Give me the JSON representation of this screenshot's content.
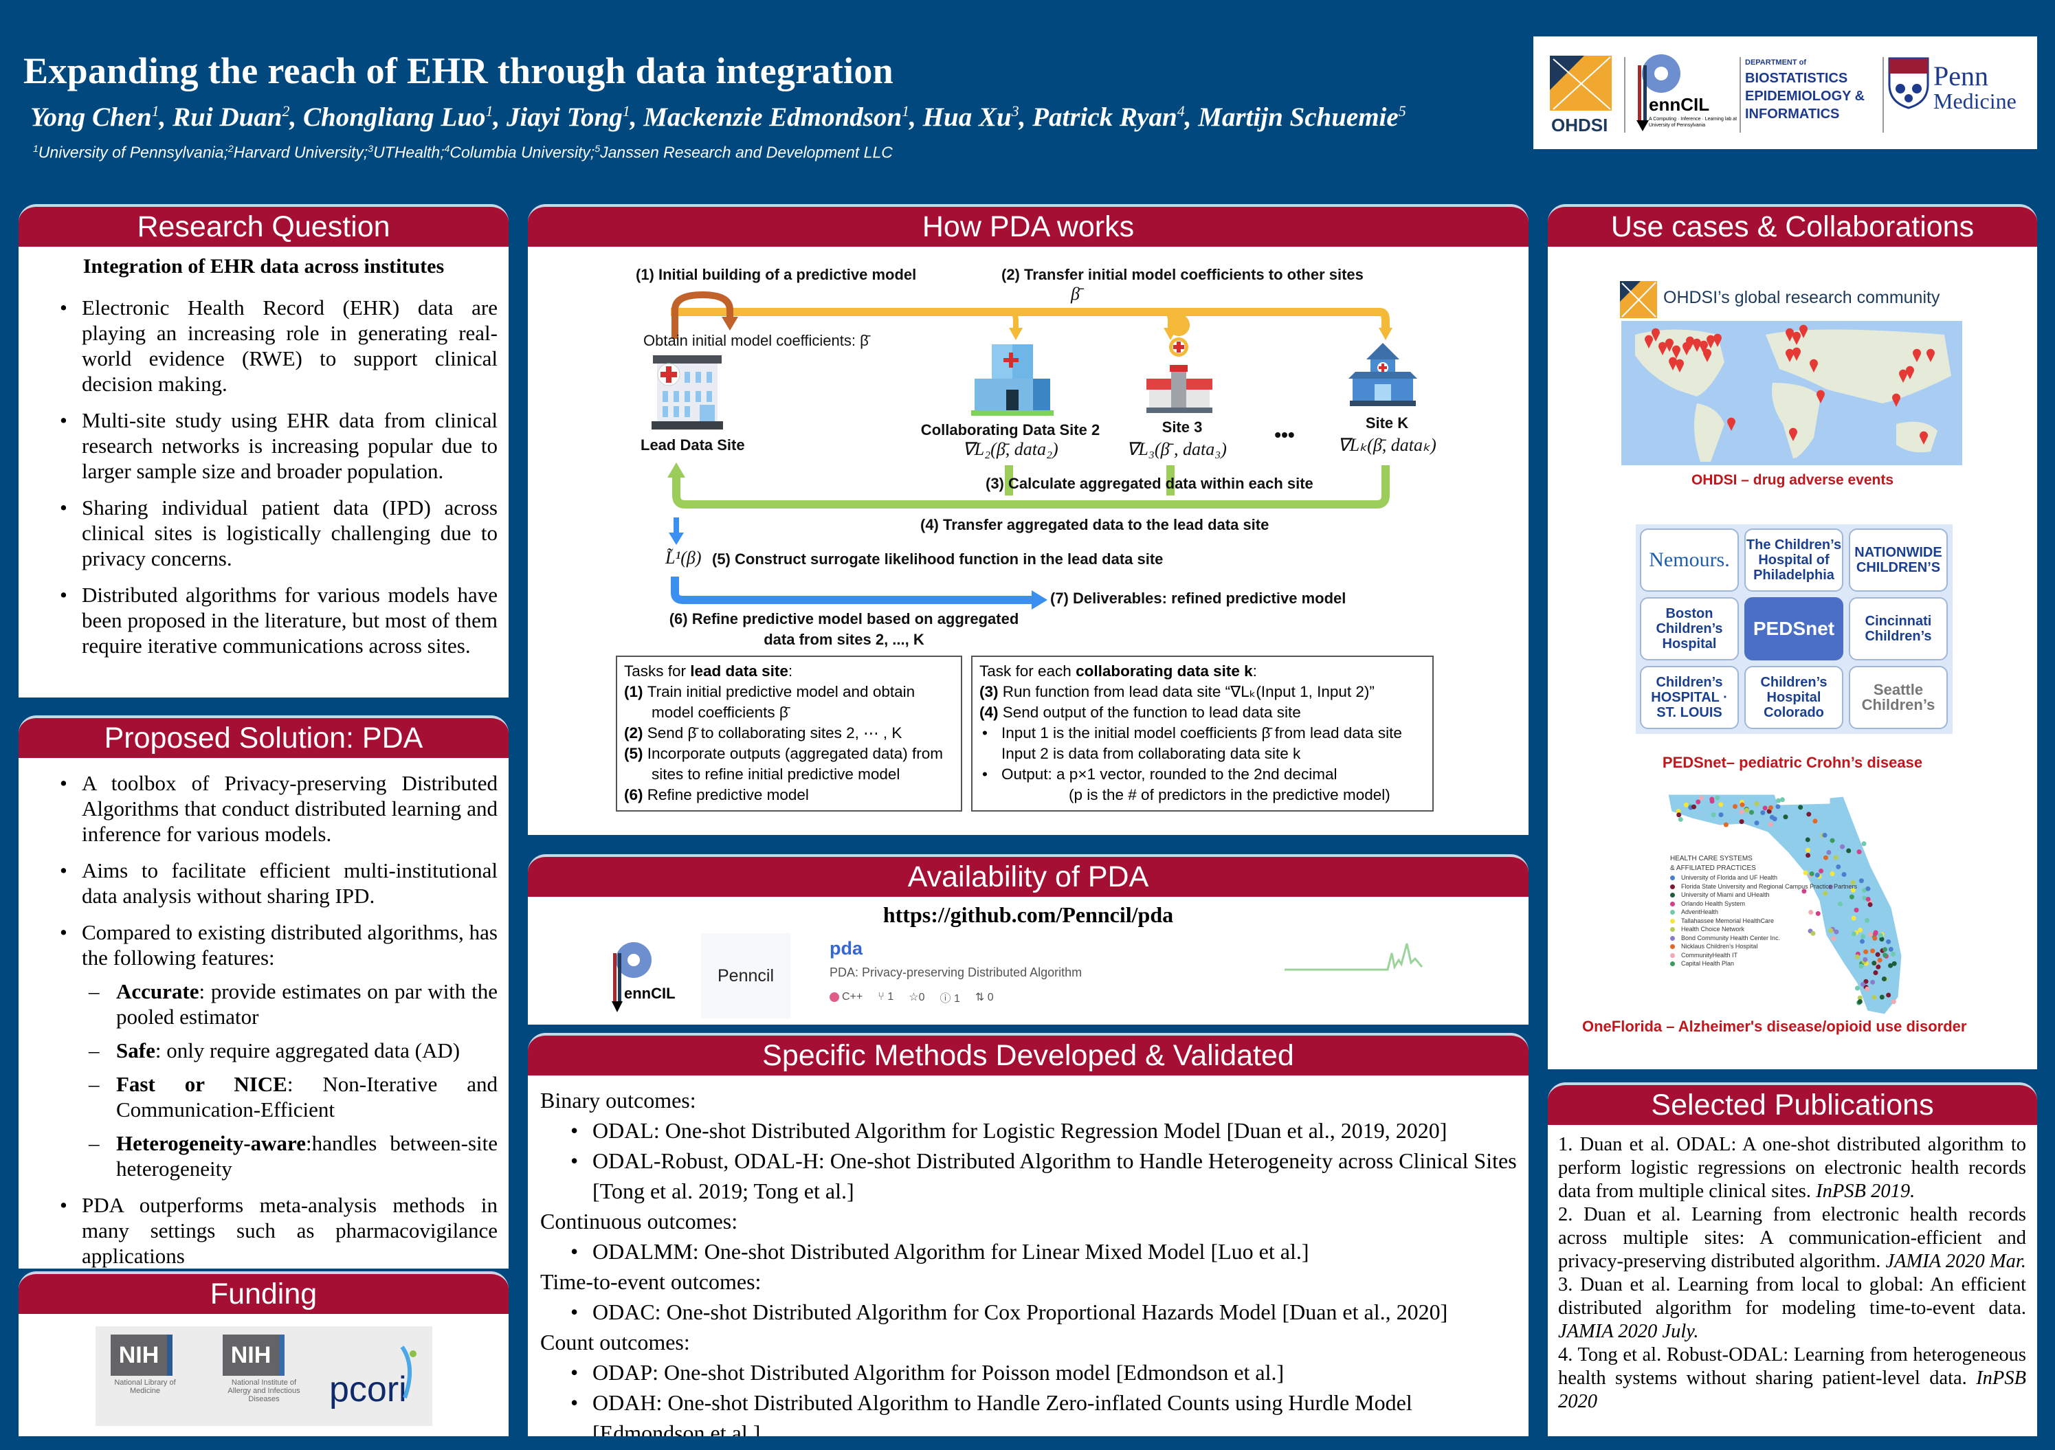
{
  "header": {
    "title": "Expanding the reach of EHR through data integration",
    "authors": [
      {
        "name": "Yong Chen",
        "sup": "1"
      },
      {
        "name": "Rui Duan",
        "sup": "2"
      },
      {
        "name": "Chongliang Luo",
        "sup": "1"
      },
      {
        "name": "Jiayi Tong",
        "sup": "1"
      },
      {
        "name": "Mackenzie Edmondson",
        "sup": "1"
      },
      {
        "name": "Hua Xu",
        "sup": "3"
      },
      {
        "name": "Patrick Ryan",
        "sup": "4"
      },
      {
        "name": "Martijn Schuemie",
        "sup": "5"
      }
    ],
    "affiliations": [
      {
        "sup": "1",
        "text": "University of Pennsylvania;"
      },
      {
        "sup": "2",
        "text": "Harvard University;"
      },
      {
        "sup": "3",
        "text": "UTHealth;"
      },
      {
        "sup": "4",
        "text": "Columbia University;"
      },
      {
        "sup": "5",
        "text": "Janssen Research and Development LLC"
      }
    ],
    "logos": {
      "ohdsi": "OHDSI",
      "penncil": "ennCIL",
      "penncil_tag": "A Computing · Inference · Learning lab at University of Pennsylvania",
      "dbei_dept": "DEPARTMENT of",
      "dbei": [
        "BIOSTATISTICS",
        "EPIDEMIOLOGY &",
        "INFORMATICS"
      ],
      "penn": [
        "Penn",
        "Medicine"
      ]
    }
  },
  "research": {
    "title": "Research Question",
    "subtitle": "Integration of EHR data across institutes",
    "bullets": [
      "Electronic Health Record (EHR) data are playing an increasing role in generating real-world evidence (RWE) to support clinical decision making.",
      "Multi-site study using EHR data from clinical research networks is increasing popular due to larger sample size and broader population.",
      "Sharing individual patient data (IPD) across clinical sites is logistically challenging due to privacy concerns.",
      "Distributed algorithms for various models have been proposed in the literature, but most of them require iterative communications across sites."
    ]
  },
  "solution": {
    "title": "Proposed Solution: PDA",
    "bullets": [
      "A toolbox of Privacy-preserving Distributed Algorithms that conduct distributed learning and inference for various models.",
      "Aims to facilitate efficient multi-institutional data analysis without sharing IPD.",
      "Compared to existing distributed algorithms, has the following features:"
    ],
    "features": [
      {
        "term": "Accurate",
        "text": ": provide estimates on par with the pooled estimator"
      },
      {
        "term": "Safe",
        "text": ": only require aggregated data (AD)"
      },
      {
        "term": "Fast or NICE",
        "text": ": Non-Iterative and Communication-Efficient"
      },
      {
        "term": "Heterogeneity-aware",
        "text": ":handles between-site heterogeneity"
      }
    ],
    "last_bullet": "PDA outperforms meta-analysis methods in many settings such as pharmacovigilance applications"
  },
  "funding": {
    "title": "Funding",
    "logos": [
      {
        "mark": "NIH",
        "label": "National Library of Medicine"
      },
      {
        "mark": "NIH",
        "label": "National Institute of Allergy and Infectious Diseases"
      },
      {
        "mark": "pcori",
        "label": ""
      }
    ]
  },
  "how": {
    "title": "How PDA works",
    "step1": "(1) Initial building of a predictive model",
    "step2": "(2) Transfer initial model coefficients to other sites",
    "beta": "β̄",
    "obtain": "Obtain initial model coefficients: β̄",
    "lead": "Lead Data Site",
    "site2": "Collaborating Data Site 2",
    "site2_fn": "∇L₂(β̄, data₂)",
    "site3": "Site 3",
    "site3_fn": "∇L₃(β̄ , data₃)",
    "dots": "•••",
    "siteK": "Site K",
    "siteK_fn": "∇Lₖ(β̄, dataₖ)",
    "step3": "(3) Calculate aggregated data within each site",
    "step4": "(4) Transfer aggregated data to the  lead data site",
    "surrogate": "L̃¹(β)",
    "step5": "(5) Construct surrogate likelihood function in the lead data site",
    "step7": "(7) Deliverables: refined predictive model",
    "step6": [
      "(6) Refine predictive model based on aggregated",
      "data from sites 2, ..., K"
    ],
    "colors": {
      "yellow": "#f5b93a",
      "brown": "#c0622a",
      "green": "#9ccc5a",
      "blue": "#3b8ff0"
    },
    "lead_tasks": {
      "head_pre": "Tasks for ",
      "head_bold": "lead data site",
      "head_post": ":",
      "items": [
        {
          "num": "(1)",
          "lines": [
            "Train initial predictive model and obtain",
            "model coefficients β̄"
          ]
        },
        {
          "num": "(2)",
          "lines": [
            "Send β̄ to collaborating sites 2, ⋯ , K"
          ]
        },
        {
          "num": "(5)",
          "lines": [
            "Incorporate outputs (aggregated data) from",
            "sites to refine initial predictive model"
          ]
        },
        {
          "num": "(6)",
          "lines": [
            "Refine predictive model"
          ]
        }
      ]
    },
    "collab_tasks": {
      "head_pre": "Task for each ",
      "head_bold": "collaborating data site k",
      "head_post": ":",
      "items": [
        {
          "num": "(3)",
          "text": "Run function from lead data site “∇Lₖ(Input 1, Input 2)”"
        },
        {
          "num": "(4)",
          "text": "Send output of the function to lead data site"
        }
      ],
      "bullets": [
        [
          "Input 1 is the initial model coefficients β̄ from lead data site",
          "Input 2 is data from collaborating data site k"
        ],
        [
          "Output: a p×1 vector, rounded to the 2nd decimal",
          "(p is the # of predictors in the predictive model)"
        ]
      ]
    }
  },
  "availability": {
    "title": "Availability of PDA",
    "url": "https://github.com/Penncil/pda",
    "org": "Penncil",
    "repo": "pda",
    "description": "PDA: Privacy-preserving Distributed Algorithm",
    "language": "C++",
    "language_color": "#e05d87",
    "forks": "1",
    "stars": "0",
    "issues": "1",
    "pulls": "0"
  },
  "methods": {
    "title": "Specific Methods Developed & Validated",
    "groups": [
      {
        "label": "Binary outcomes:",
        "items": [
          "ODAL: One-shot Distributed Algorithm for Logistic Regression Model [Duan et al., 2019, 2020]",
          "ODAL-Robust, ODAL-H: One-shot Distributed Algorithm to Handle Heterogeneity across Clinical Sites [Tong et al. 2019; Tong et al.]"
        ]
      },
      {
        "label": "Continuous outcomes:",
        "items": [
          "ODALMM: One-shot Distributed Algorithm for Linear Mixed Model [Luo et al.]"
        ]
      },
      {
        "label": "Time-to-event outcomes:",
        "items": [
          "ODAC: One-shot Distributed Algorithm for Cox Proportional Hazards Model [Duan et al., 2020]"
        ]
      },
      {
        "label": "Count outcomes:",
        "items": [
          "ODAP: One-shot Distributed Algorithm for Poisson model [Edmondson et al.]",
          "ODAH: One-shot Distributed Algorithm to Handle Zero-inflated Counts using Hurdle Model [Edmondson et al.]"
        ]
      }
    ]
  },
  "usecases": {
    "title": "Use cases & Collaborations",
    "ohdsi_title": "OHDSI’s global research community",
    "ohdsi_caption": "OHDSI – drug adverse events",
    "peds_logos": [
      "Nemours.",
      "The Children’s Hospital of Philadelphia",
      "NATIONWIDE CHILDREN’S",
      "Boston Children’s Hospital",
      "PEDSnet",
      "Cincinnati Children’s",
      "Children’s HOSPITAL · ST. LOUIS",
      "Children’s Hospital Colorado",
      "Seattle Children’s"
    ],
    "peds_caption": "PEDSnet– pediatric Crohn’s disease",
    "florida_legend_title": [
      "HEALTH CARE SYSTEMS",
      "& AFFILIATED PRACTICES"
    ],
    "florida_legend": [
      {
        "label": "University of Florida and UF Health",
        "color": "#4a7fd0"
      },
      {
        "label": "Florida State University and Regional Campus Practice Partners",
        "color": "#7a1a33"
      },
      {
        "label": "University of Miami and UHealth",
        "color": "#1d5e3a"
      },
      {
        "label": "Orlando Health System",
        "color": "#d0418a"
      },
      {
        "label": "AdventHealth",
        "color": "#6fcab0"
      },
      {
        "label": "Tallahassee Memorial HealthCare",
        "color": "#f3e640"
      },
      {
        "label": "Health Choice Network",
        "color": "#b7cc58"
      },
      {
        "label": "Bond Community Health Center Inc.",
        "color": "#8a7cc8"
      },
      {
        "label": "Nicklaus Children’s Hospital",
        "color": "#e0692a"
      },
      {
        "label": "CommunityHealth IT",
        "color": "#f2a9b3"
      },
      {
        "label": "Capital Health Plan",
        "color": "#3d9a5e"
      }
    ],
    "florida_caption": "OneFlorida – Alzheimer's disease/opioid use disorder"
  },
  "publications": {
    "title": "Selected Publications",
    "items": [
      {
        "text": "1.  Duan et al.  ODAL: A one-shot distributed algorithm to perform logistic regressions on electronic health records data from multiple clinical sites. ",
        "venue": "InPSB 2019."
      },
      {
        "text": "2.  Duan et al.  Learning from electronic health records across multiple sites:  A communication-efficient and privacy-preserving distributed algorithm.  ",
        "venue": "JAMIA 2020 Mar."
      },
      {
        "text": "3. Duan et al. Learning from local to global: An efficient distributed algorithm for modeling time-to-event data. ",
        "venue": "JAMIA 2020 July."
      },
      {
        "text": "4.  Tong et al.  Robust-ODAL: Learning from heterogeneous health systems without sharing patient-level data. ",
        "venue": "InPSB 2020"
      }
    ]
  }
}
